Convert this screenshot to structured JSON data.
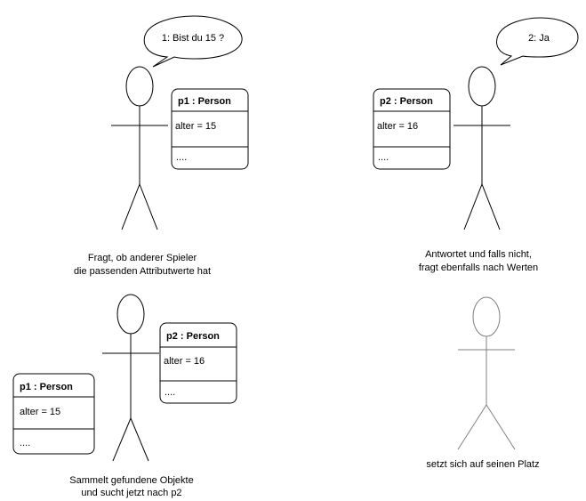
{
  "bubbles": {
    "q1": "1: Bist du 15 ?",
    "q2": "2: Ja"
  },
  "objects": {
    "p1_top": {
      "title": "p1 : Person",
      "attr": "alter = 15",
      "more": "...."
    },
    "p2_top": {
      "title": "p2 : Person",
      "attr": "alter = 16",
      "more": "...."
    },
    "p2_bottom": {
      "title": "p2 : Person",
      "attr": "alter = 16",
      "more": "...."
    },
    "p1_bottom": {
      "title": "p1 : Person",
      "attr": "alter = 15",
      "more": "...."
    }
  },
  "captions": {
    "fig1": [
      "Fragt, ob anderer Spieler",
      "die passenden Attributwerte hat"
    ],
    "fig2": [
      "Antwortet und falls nicht,",
      "fragt ebenfalls nach Werten"
    ],
    "fig3": [
      "Sammelt gefundene Objekte",
      "und sucht jetzt nach p2"
    ],
    "fig4": "setzt sich auf seinen Platz"
  },
  "colors": {
    "stroke": "#000000",
    "faded_stroke": "#808080"
  }
}
